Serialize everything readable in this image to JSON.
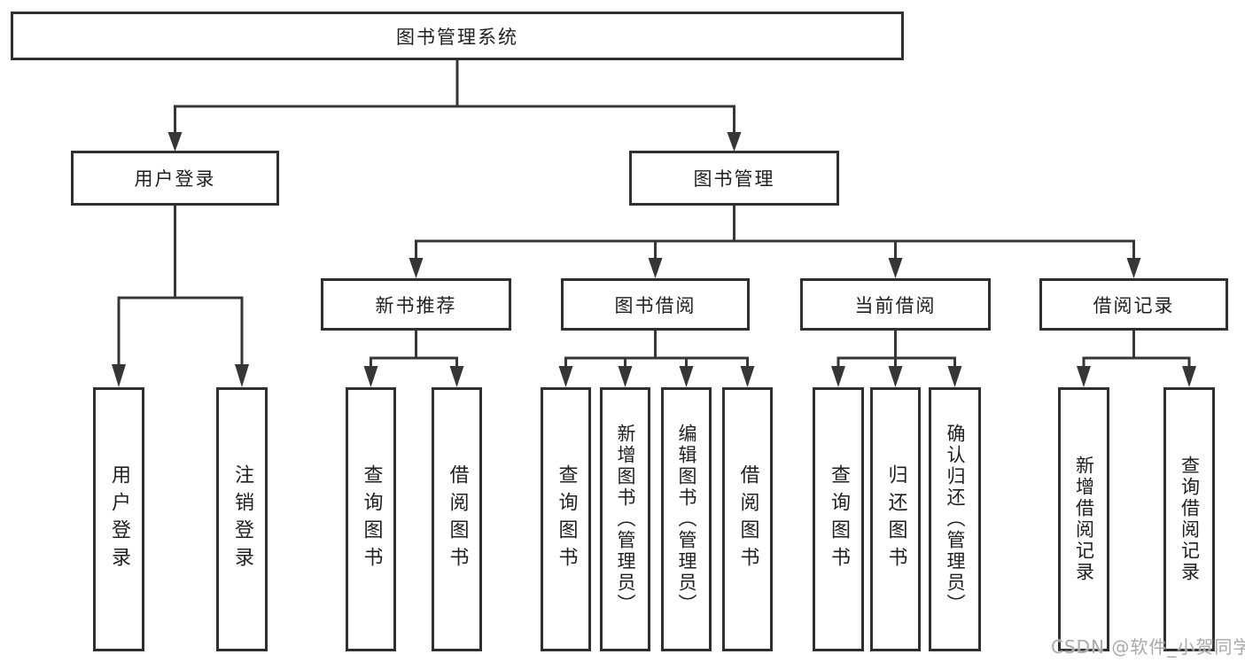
{
  "tree": {
    "label": "图书管理系统",
    "children": [
      {
        "label": "用户登录",
        "children": [
          {
            "label": "用户登录"
          },
          {
            "label": "注销登录"
          }
        ]
      },
      {
        "label": "图书管理",
        "children": [
          {
            "label": "新书推荐",
            "children": [
              {
                "label": "查询图书"
              },
              {
                "label": "借阅图书"
              }
            ]
          },
          {
            "label": "图书借阅",
            "children": [
              {
                "label": "查询图书"
              },
              {
                "label": "新增图书（管理员）"
              },
              {
                "label": "编辑图书（管理员）"
              },
              {
                "label": "借阅图书"
              }
            ]
          },
          {
            "label": "当前借阅",
            "children": [
              {
                "label": "查询图书"
              },
              {
                "label": "归还图书"
              },
              {
                "label": "确认归还（管理员）"
              }
            ]
          },
          {
            "label": "借阅记录",
            "children": [
              {
                "label": "新增借阅记录"
              },
              {
                "label": "查询借阅记录"
              }
            ]
          }
        ]
      }
    ]
  },
  "watermark": {
    "text": "CSDN @软件_小贺同学"
  },
  "colors": {
    "line": "#363636",
    "box_border": "#2f2f2f",
    "text": "#1f1f1f",
    "watermark": "#a9a9a9",
    "background": "#ffffff"
  }
}
